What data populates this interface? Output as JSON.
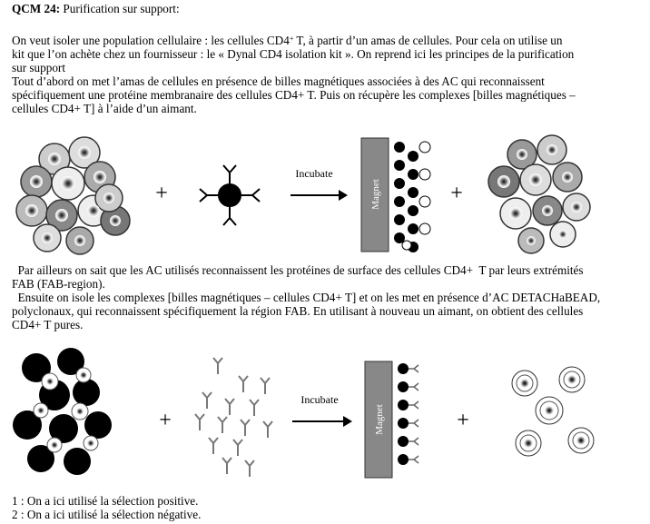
{
  "title": {
    "label": "QCM 24:",
    "text": "Purification sur support:"
  },
  "intro": {
    "line1a": "On veut isoler une population cellulaire : les cellules CD4",
    "line1sup": "+",
    "line1b": " T, à partir d’un amas de cellules. Pour cela on utilise un",
    "line2": "kit que l’on achète chez un fournisseur : le « Dynal CD4 isolation kit ». On reprend ici les principes de la purification",
    "line3": "sur support",
    "line4": "Tout d’abord on met l’amas de cellules en présence de billes magnétiques associées à des AC qui reconnaissent",
    "line5": "spécifiquement une protéine membranaire des cellules CD4+ T. Puis on récupère les complexes [billes magnétiques –",
    "line6": "cellules CD4+ T] à l’aide d’un aimant."
  },
  "figure1": {
    "arrow_label": "Incubate",
    "magnet_label": "Magnet",
    "plus": "+"
  },
  "middle": {
    "line1": "  Par ailleurs on sait que les AC utilisés reconnaissent les protéines de surface des cellules CD4+  T par leurs extrémités",
    "line2": "FAB (FAB-region).",
    "line3": "  Ensuite on isole les complexes [billes magnétiques – cellules CD4+ T] et on les met en présence d’AC DETACHaBEAD,",
    "line4": "polyclonaux, qui reconnaissent spécifiquement la région FAB. En utilisant à nouveau un aimant, on obtient des cellules",
    "line5": "CD4+ T pures."
  },
  "figure2": {
    "arrow_label": "Incubate",
    "magnet_label": "Magnet",
    "plus": "+"
  },
  "options": [
    "1 : On a ici utilisé la sélection positive.",
    "2 : On a ici utilisé la sélection négative."
  ]
}
